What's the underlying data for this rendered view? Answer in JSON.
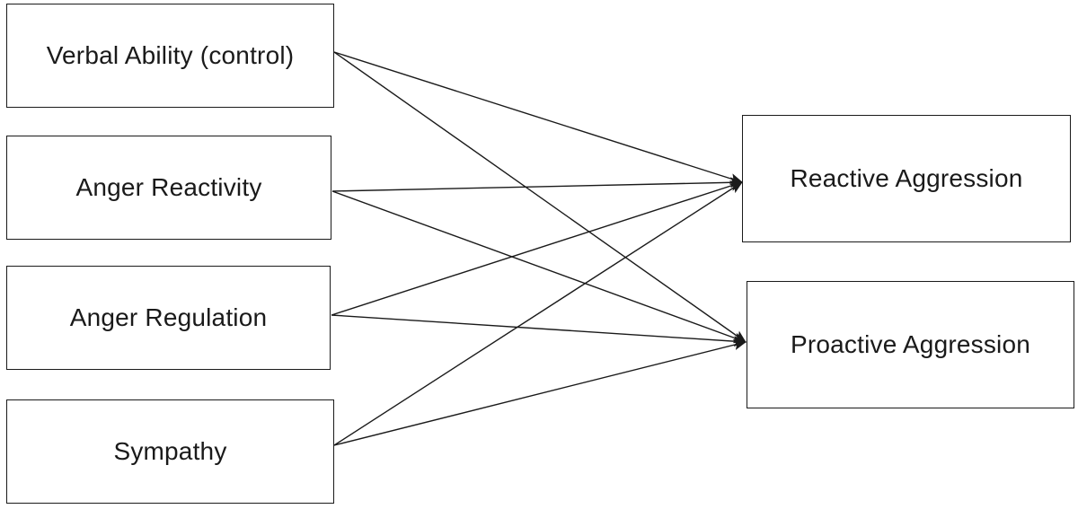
{
  "nodes": {
    "verbal_ability": {
      "label": "Verbal Ability (control)"
    },
    "anger_reactivity": {
      "label": "Anger Reactivity"
    },
    "anger_regulation": {
      "label": "Anger Regulation"
    },
    "sympathy": {
      "label": "Sympathy"
    },
    "reactive_aggression": {
      "label": "Reactive Aggression"
    },
    "proactive_aggression": {
      "label": "Proactive Aggression"
    }
  },
  "edges": [
    {
      "from": "verbal_ability",
      "to": "reactive_aggression"
    },
    {
      "from": "verbal_ability",
      "to": "proactive_aggression"
    },
    {
      "from": "anger_reactivity",
      "to": "reactive_aggression"
    },
    {
      "from": "anger_reactivity",
      "to": "proactive_aggression"
    },
    {
      "from": "anger_regulation",
      "to": "reactive_aggression"
    },
    {
      "from": "anger_regulation",
      "to": "proactive_aggression"
    },
    {
      "from": "sympathy",
      "to": "reactive_aggression"
    },
    {
      "from": "sympathy",
      "to": "proactive_aggression"
    }
  ],
  "colors": {
    "stroke": "#1a1a1a",
    "background": "#ffffff"
  }
}
